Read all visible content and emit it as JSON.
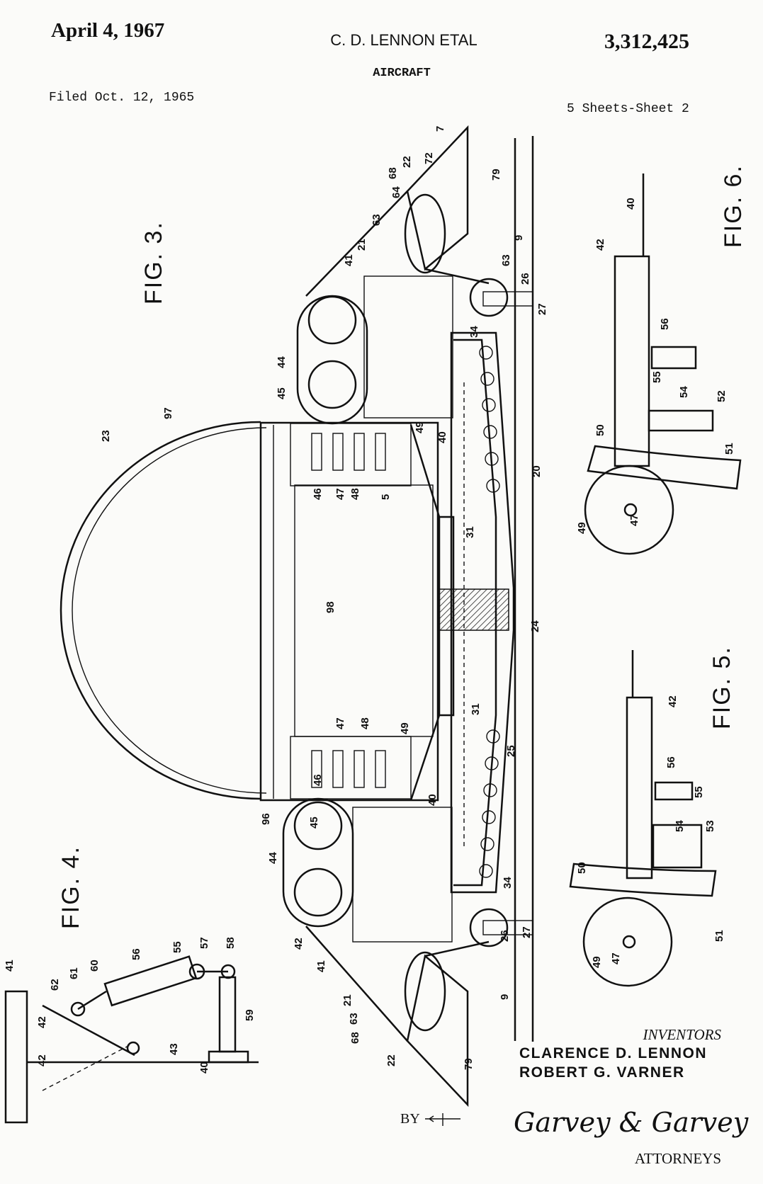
{
  "header": {
    "date": "April 4, 1967",
    "inventor_short": "C. D. LENNON ETAL",
    "title": "AIRCRAFT",
    "patent_number": "3,312,425",
    "filed": "Filed Oct. 12, 1965",
    "sheets": "5 Sheets-Sheet 2"
  },
  "figures": {
    "fig3": "FIG. 3.",
    "fig4": "FIG. 4.",
    "fig5": "FIG. 5.",
    "fig6": "FIG. 6."
  },
  "numerals": {
    "fig3": [
      "23",
      "97",
      "44",
      "45",
      "46",
      "47",
      "48",
      "5",
      "40",
      "20",
      "31",
      "98",
      "24",
      "25",
      "49",
      "40",
      "96",
      "34",
      "27",
      "26",
      "21",
      "22",
      "68",
      "79",
      "9",
      "63",
      "41",
      "42",
      "7",
      "72",
      "22",
      "68",
      "64",
      "79",
      "63",
      "21",
      "41",
      "9",
      "63",
      "26",
      "27",
      "34",
      "45",
      "44",
      "46",
      "47",
      "48",
      "49",
      "31"
    ],
    "fig6": [
      "40",
      "42",
      "56",
      "55",
      "54",
      "52",
      "50",
      "51",
      "49",
      "47"
    ],
    "fig5": [
      "42",
      "56",
      "55",
      "53",
      "54",
      "50",
      "51",
      "49",
      "47"
    ],
    "fig4": [
      "41",
      "42",
      "62",
      "61",
      "60",
      "56",
      "55",
      "57",
      "58",
      "59",
      "43",
      "40",
      "42"
    ]
  },
  "footer": {
    "inventors_label": "INVENTORS",
    "inventor_1": "CLARENCE D. LENNON",
    "inventor_2": "ROBERT G. VARNER",
    "by_label": "BY",
    "signature": "Garvey & Garvey",
    "attorneys_label": "ATTORNEYS"
  }
}
